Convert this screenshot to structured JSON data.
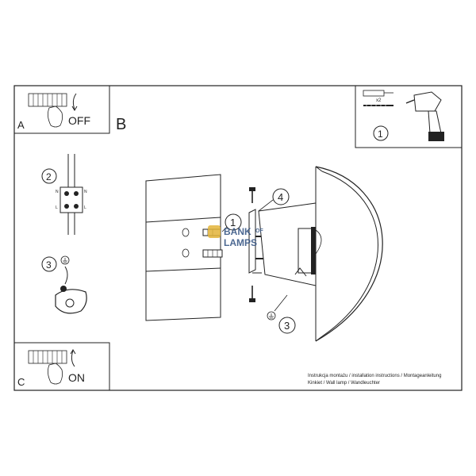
{
  "panels": {
    "A": {
      "letter": "A",
      "action": "OFF"
    },
    "B": {
      "letter": "B"
    },
    "C": {
      "letter": "C",
      "action": "ON"
    }
  },
  "steps": {
    "s1_tools": "1",
    "s2": "2",
    "s3_ground": "3",
    "main_1": "1",
    "main_3": "3",
    "main_4": "4"
  },
  "terminal_marks": {
    "n_left": "N",
    "n_right": "N",
    "l_left": "L",
    "l_right": "L"
  },
  "tools": {
    "multiplier": "x2"
  },
  "watermark": {
    "line1": "BANK",
    "line2": "OF",
    "line3": "LAMPS"
  },
  "footer": {
    "line1": "Instrukcja montażu / installation instructions / Montageanleitung",
    "line2": "Kinkiet / Wall lamp / Wandleuchter"
  },
  "colors": {
    "line": "#222222",
    "watermark_blue": "#2f4f7f",
    "watermark_gold": "#e3b53a"
  }
}
